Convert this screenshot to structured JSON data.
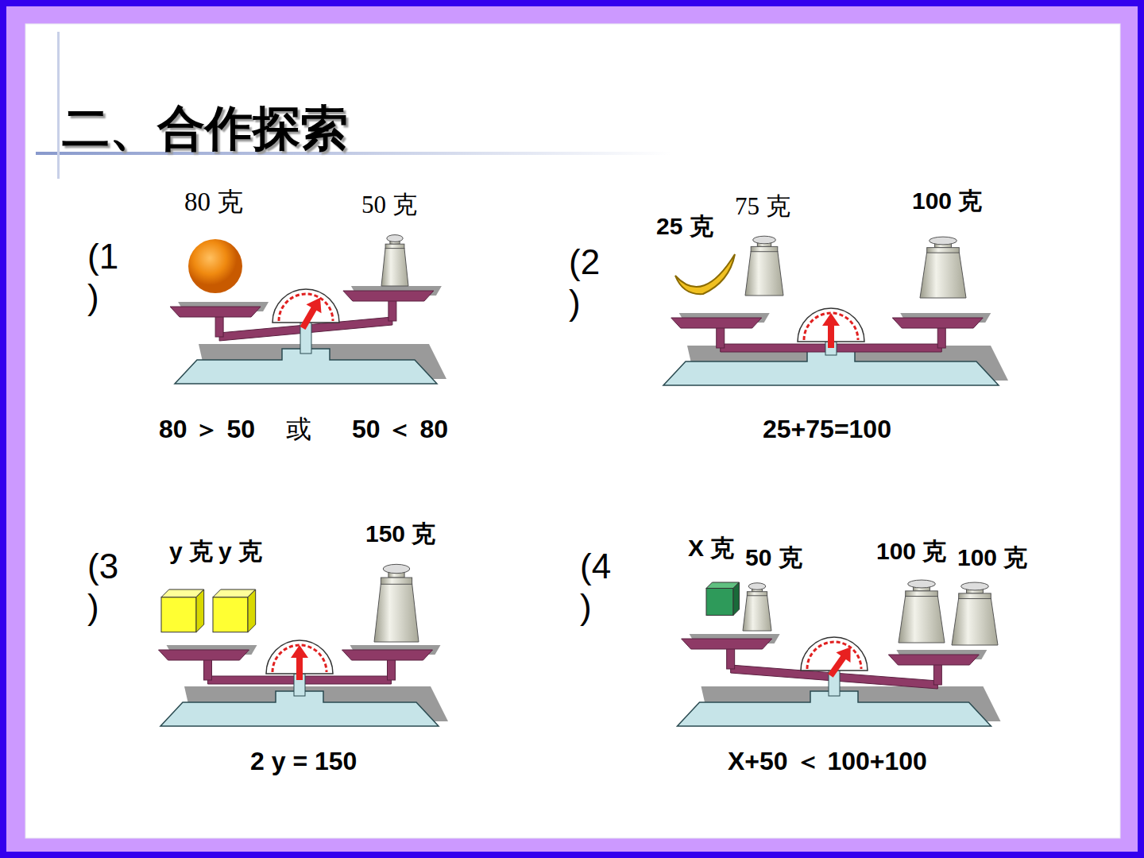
{
  "diagram": {
    "title": "二、合作探索",
    "labels": [
      "(1 )",
      "80 克",
      "50 克",
      "80 ＞ 50",
      "或",
      "50 ＜ 80",
      "(2 )",
      "25 克",
      "75 克",
      "100 克",
      "25+75=100",
      "(3 )",
      "y 克",
      "y 克",
      "150 克",
      "2 y = 150",
      "(4 )",
      "X 克",
      "50 克",
      "100 克",
      "100 克",
      "X+50 ＜ 100+100"
    ]
  }
}
